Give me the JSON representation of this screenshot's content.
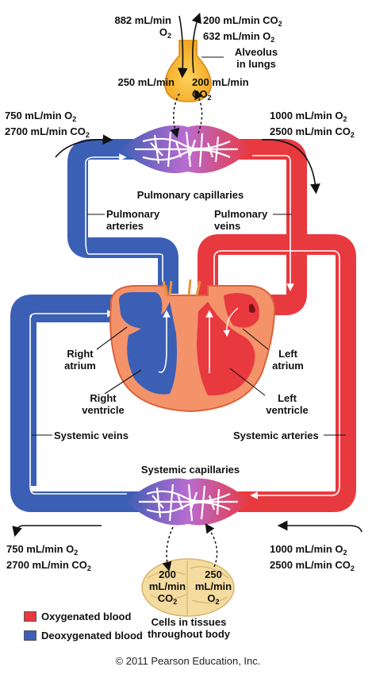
{
  "colors": {
    "oxygenated": "#e8393f",
    "deoxygenated": "#3b5fb5",
    "capillary": "#b96bd0",
    "alveolus": "#f7b02a",
    "cells": "#f4dca0"
  },
  "top": {
    "alveolus_label_line1": "Alveolus",
    "alveolus_label_line2": "in lungs",
    "o2_in_line1": "882 mL/min",
    "o2_in_line2": "O",
    "co2_out_line1": "200 mL/min CO",
    "co2_out_line2": "632 mL/min O",
    "o2_used": "250 mL/min",
    "co2_made_line1": "200 mL/min",
    "co2_made_line2": "CO"
  },
  "pulmonary": {
    "in_line1": "750 mL/min O",
    "in_line2": "2700 mL/min CO",
    "out_line1": "1000 mL/min O",
    "out_line2": "2500 mL/min CO",
    "capillaries": "Pulmonary capillaries",
    "arteries_line1": "Pulmonary",
    "arteries_line2": "arteries",
    "veins_line1": "Pulmonary",
    "veins_line2": "veins"
  },
  "heart": {
    "right_atrium_line1": "Right",
    "right_atrium_line2": "atrium",
    "right_ventricle_line1": "Right",
    "right_ventricle_line2": "ventricle",
    "left_atrium_line1": "Left",
    "left_atrium_line2": "atrium",
    "left_ventricle_line1": "Left",
    "left_ventricle_line2": "ventricle"
  },
  "systemic": {
    "veins": "Systemic veins",
    "arteries": "Systemic arteries",
    "capillaries": "Systemic capillaries",
    "out_line1": "750 mL/min O",
    "out_line2": "2700 mL/min CO",
    "in_line1": "1000 mL/min O",
    "in_line2": "2500 mL/min CO",
    "o2_to_cells_line1": "200",
    "o2_to_cells_line2": "mL/min",
    "o2_to_cells_line3": "CO",
    "co2_from_cells_line1": "250",
    "co2_from_cells_line2": "mL/min",
    "co2_from_cells_line3": "O",
    "cells_line1": "Cells in tissues",
    "cells_line2": "throughout body"
  },
  "subscript": "2",
  "legend": {
    "oxygenated": "Oxygenated blood",
    "deoxygenated": "Deoxygenated blood"
  },
  "copyright": "© 2011 Pearson Education, Inc."
}
